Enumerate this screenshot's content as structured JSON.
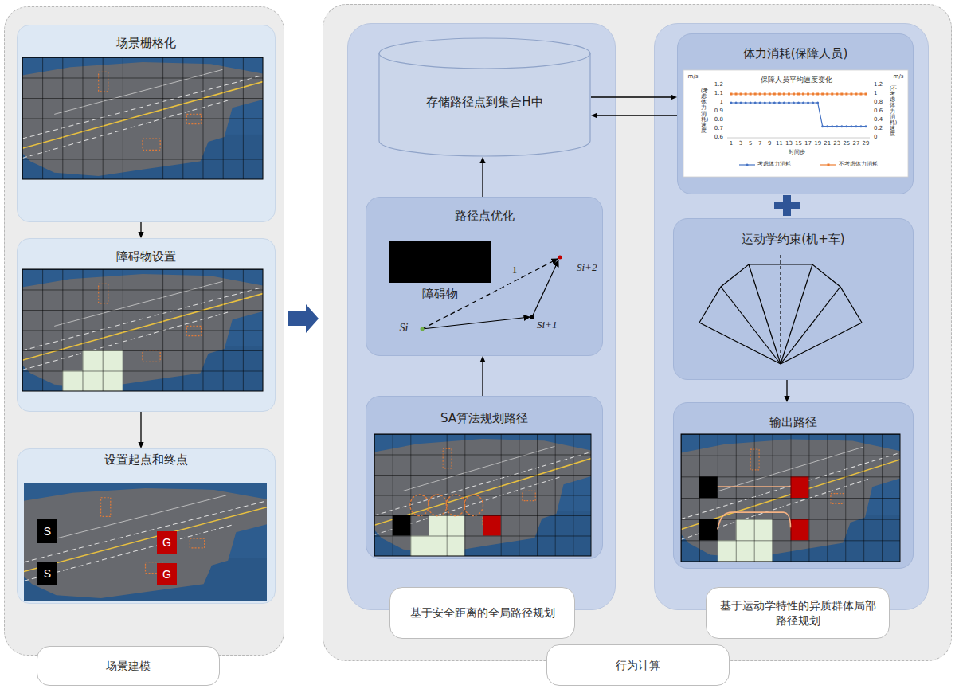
{
  "diagram": {
    "nodes": [
      {
        "text": [
          "场景建模"
        ]
      },
      {
        "text": [
          "场景栅格化"
        ],
        "in": 0
      },
      {
        "text": [
          "障碍物设置"
        ],
        "in": 0
      },
      {
        "text": [
          "设置起点和终点"
        ],
        "in": 0
      },
      {
        "text": [
          "S"
        ],
        "in": 3
      },
      {
        "text": [
          "S"
        ],
        "in": 3
      },
      {
        "text": [
          "G"
        ],
        "in": 3
      },
      {
        "text": [
          "G"
        ],
        "in": 3
      },
      {
        "text": [
          "行为计算"
        ]
      },
      {
        "text": [
          "基于安全距离的全局路径规划"
        ],
        "in": 8
      },
      {
        "text": [
          "存储路径点到集合H中"
        ],
        "in": 9
      },
      {
        "text": [
          "路径点优化"
        ],
        "in": 9
      },
      {
        "text": [
          "障碍物"
        ],
        "in": 11
      },
      {
        "text": [
          "SA算法规划路径"
        ],
        "in": 9
      },
      {
        "text": [
          "基于运动学特性的异质群体局部路径规划"
        ],
        "in": 8
      },
      {
        "text": [
          "体力消耗(保障人员)"
        ],
        "in": 14
      },
      {
        "text": [
          "运动学约束(机+车)"
        ],
        "in": 14
      },
      {
        "text": [
          "输出路径"
        ],
        "in": 14
      }
    ],
    "edges": [
      {
        "from": 1,
        "to": 2,
        "arrow": "to"
      },
      {
        "from": 2,
        "to": 3,
        "arrow": "to"
      },
      {
        "from": 0,
        "to": 8,
        "arrow": "to"
      },
      {
        "from": 13,
        "to": 11,
        "arrow": "to"
      },
      {
        "from": 11,
        "to": 10,
        "arrow": "to"
      },
      {
        "from": 10,
        "to": 15,
        "arrow": "to"
      },
      {
        "from": 15,
        "to": 10,
        "arrow": "to"
      },
      {
        "from": 16,
        "to": 17,
        "arrow": "to"
      }
    ],
    "labels": [
      "Si",
      "Si+1",
      "Si+2",
      "1",
      "保障人员平均速度变化",
      "m/s",
      "m/s",
      "1.2",
      "1.1",
      "1",
      "0.9",
      "0.8",
      "0.7",
      "0.6",
      "1.2",
      "1",
      "0.8",
      "0.6",
      "0.4",
      "0.2",
      "0",
      "1",
      "3",
      "5",
      "7",
      "9",
      "11",
      "13",
      "15",
      "17",
      "19",
      "21",
      "23",
      "25",
      "27",
      "29",
      "时间步",
      "(考虑体力消耗)速度",
      "(不考虑体力消耗)速度"
    ],
    "legend": [
      {
        "text": "考虑体力消耗"
      },
      {
        "text": "不考虑体力消耗"
      }
    ]
  }
}
